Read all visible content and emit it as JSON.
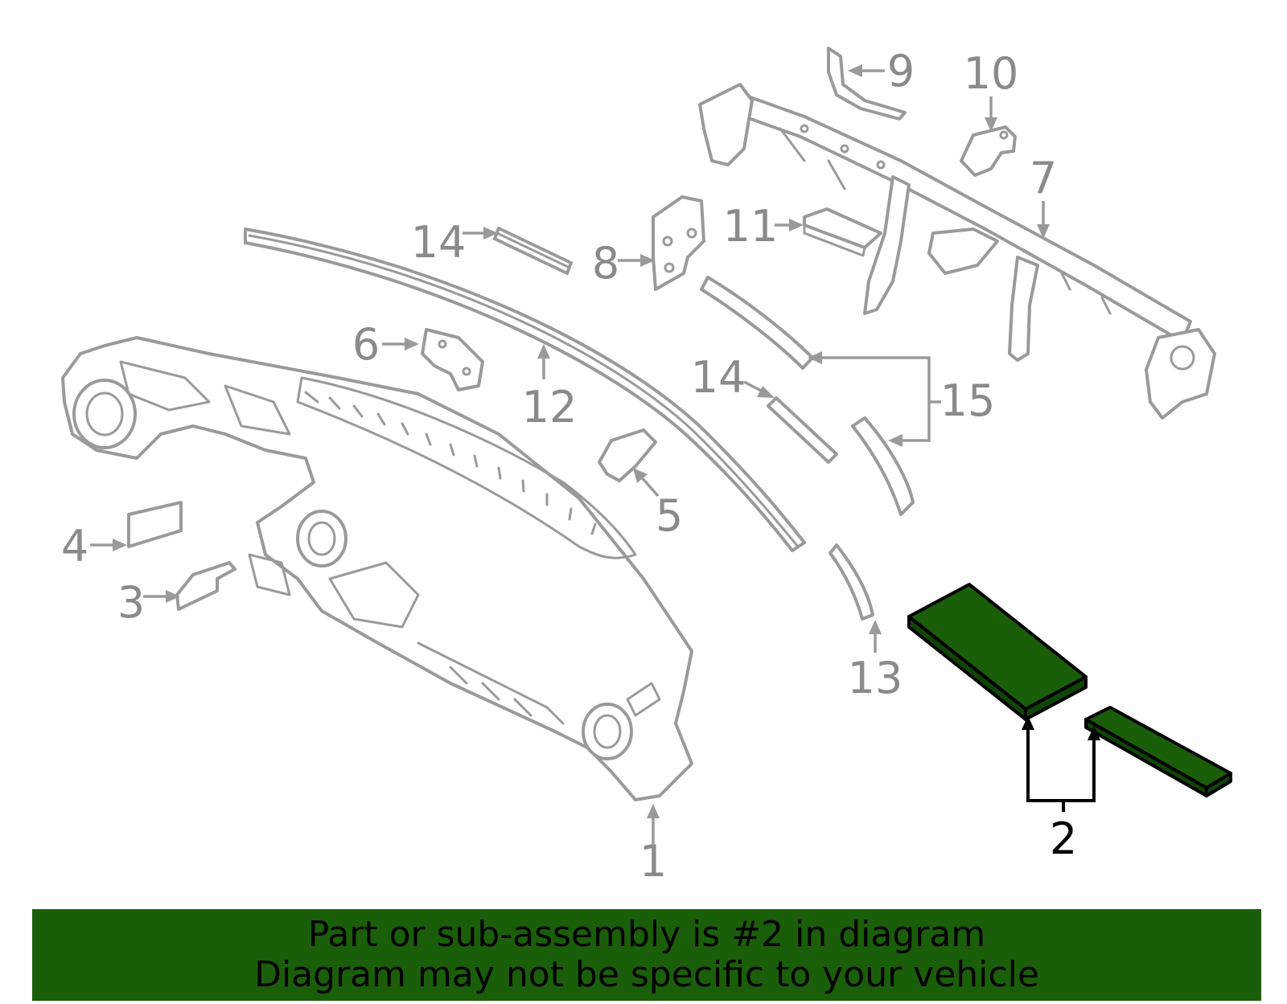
{
  "highlight_color": "#1a5e0a",
  "highlight_dark": "#0f4505",
  "line_color": "#9a9a9a",
  "callouts": {
    "c1": "1",
    "c2": "2",
    "c3": "3",
    "c4": "4",
    "c5": "5",
    "c6": "6",
    "c7": "7",
    "c8": "8",
    "c9": "9",
    "c10": "10",
    "c11": "11",
    "c12": "12",
    "c13": "13",
    "c14a": "14",
    "c14b": "14",
    "c15": "15"
  },
  "footer": {
    "line1": "Part or sub-assembly is #2 in diagram",
    "line2": "Diagram may not be specific to your vehicle"
  }
}
